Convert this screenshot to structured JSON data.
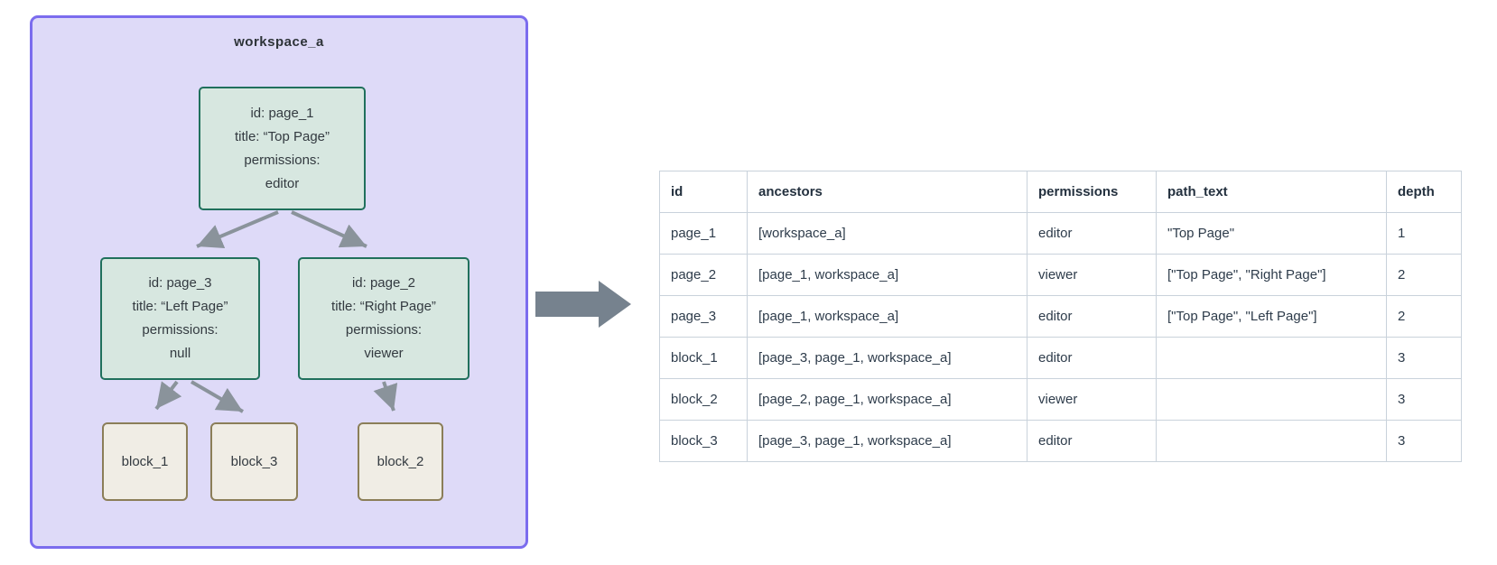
{
  "diagram": {
    "workspace_label": "workspace_a",
    "nodes": {
      "page_1": {
        "lines": [
          "id: page_1",
          "title: “Top Page”",
          "permissions:",
          "editor"
        ]
      },
      "page_3": {
        "lines": [
          "id: page_3",
          "title: “Left Page”",
          "permissions:",
          "null"
        ]
      },
      "page_2": {
        "lines": [
          "id: page_2",
          "title: “Right Page”",
          "permissions:",
          "viewer"
        ]
      }
    },
    "blocks": {
      "block_1": {
        "label": "block_1"
      },
      "block_3": {
        "label": "block_3"
      },
      "block_2": {
        "label": "block_2"
      }
    }
  },
  "table": {
    "columns": [
      "id",
      "ancestors",
      "permissions",
      "path_text",
      "depth"
    ],
    "rows": [
      [
        "page_1",
        "[workspace_a]",
        "editor",
        "\"Top Page\"",
        "1"
      ],
      [
        "page_2",
        "[page_1, workspace_a]",
        "viewer",
        "[\"Top Page\", \"Right Page\"]",
        "2"
      ],
      [
        "page_3",
        "[page_1, workspace_a]",
        "editor",
        "[\"Top Page\", \"Left Page\"]",
        "2"
      ],
      [
        "block_1",
        "[page_3, page_1, workspace_a]",
        "editor",
        "",
        "3"
      ],
      [
        "block_2",
        "[page_2, page_1, workspace_a]",
        "viewer",
        "",
        "3"
      ],
      [
        "block_3",
        "[page_3, page_1, workspace_a]",
        "editor",
        "",
        "3"
      ]
    ]
  },
  "colors": {
    "workspace-fill": "#dedaf8",
    "workspace-border": "#7b6cee",
    "node-fill": "#d7e7e0",
    "node-border": "#20705c",
    "block-fill": "#f0ede5",
    "block-border": "#8b7e58",
    "tree-arrow": "#8a939b",
    "flow-arrow": "#76828e",
    "table-border": "#c9d2db",
    "table-text": "#2e3c4b",
    "diagram-text": "#333a40"
  }
}
